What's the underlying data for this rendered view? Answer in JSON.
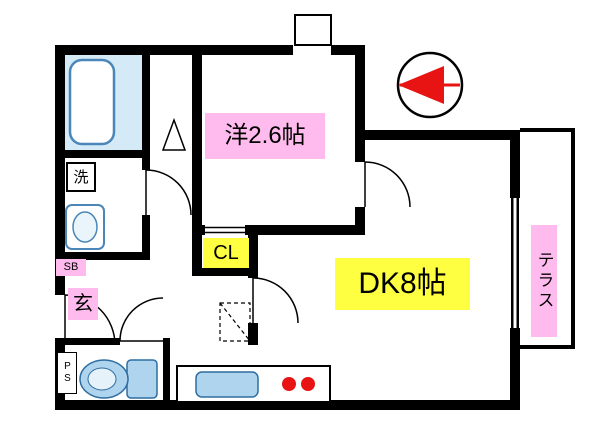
{
  "floorplan": {
    "rooms": {
      "western_room_label": "洋2.6帖",
      "closet_label": "CL",
      "dining_kitchen_label": "DK8帖",
      "terrace_label": "テラス",
      "entrance_label": "玄",
      "shoe_box_label": "SB",
      "laundry_label": "洗",
      "pipe_space_label": "PS"
    },
    "colors": {
      "wall": "#000000",
      "label_pink": "#ffbbee",
      "label_yellow": "#ffff42",
      "bath_floor_blue": "#d4ebf7",
      "fixture_blue": "#aed4ee",
      "fixture_outline_blue": "#2e6da0",
      "burner_red": "#e81313",
      "compass_red": "#e81313"
    }
  }
}
